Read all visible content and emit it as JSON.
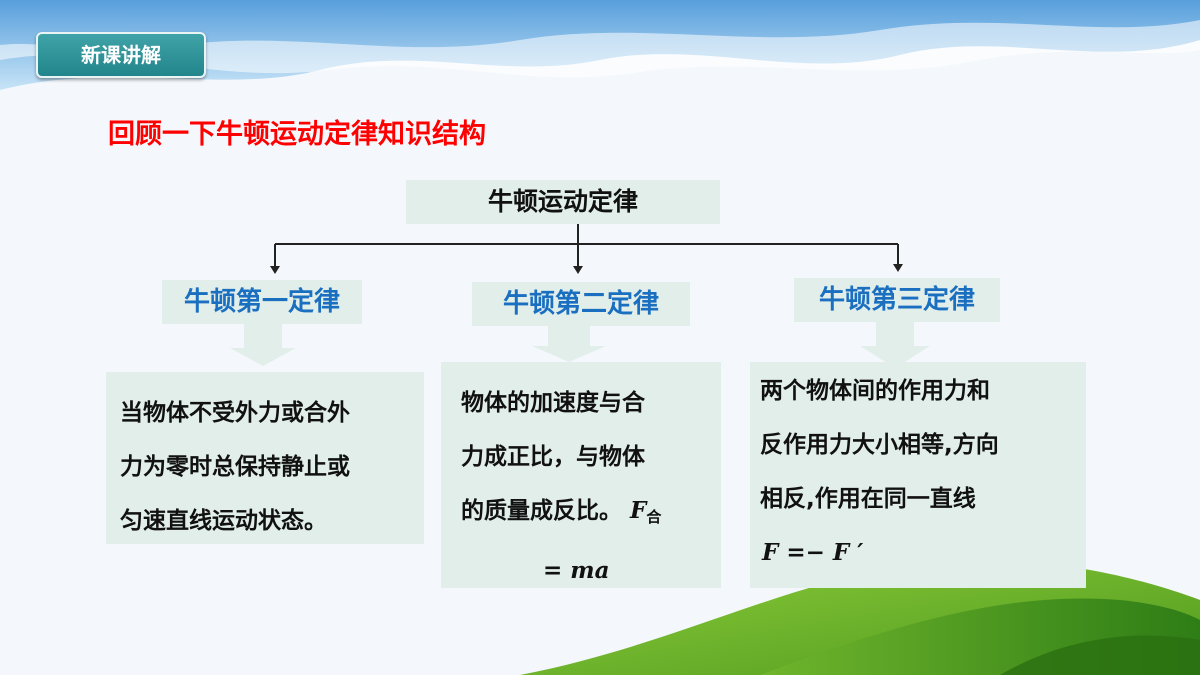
{
  "section_tag": "新课讲解",
  "heading": "回顾一下牛顿运动定律知识结构",
  "root": "牛顿运动定律",
  "laws": [
    {
      "title": "牛顿第一定律",
      "lines": [
        "当物体不受外力或合外",
        "力为零时总保持静止或",
        "匀速直线运动状态。"
      ]
    },
    {
      "title": "牛顿第二定律",
      "lines": [
        "物体的加速度与合",
        "力成正比，与物体",
        "的质量成反比。"
      ],
      "formula": {
        "symbol": "F",
        "subscript": "合",
        "rhs": "= ma"
      }
    },
    {
      "title": "牛顿第三定律",
      "lines": [
        "两个物体间的作用力和",
        "反作用力大小相等,方向",
        "相反,作用在同一直线"
      ],
      "formula": {
        "text": "F =− F ′"
      }
    }
  ],
  "colors": {
    "accent_red": "#ff0000",
    "title_blue": "#1a6fc0",
    "box_fill": "#e2eeea",
    "tag_teal": "#2a9095"
  }
}
